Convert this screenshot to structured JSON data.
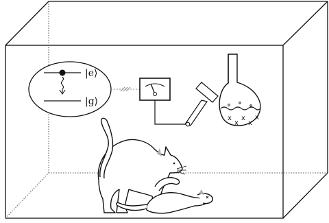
{
  "atom": {
    "excited_label": "|e⟩",
    "ground_label": "|g⟩"
  },
  "flask": {
    "marks": [
      "x",
      "x",
      "x",
      "x",
      "x"
    ]
  },
  "colors": {
    "line": "#111111",
    "fill": "#ffffff",
    "cat_shade": "#b0b0b0",
    "beam": "#888888"
  }
}
